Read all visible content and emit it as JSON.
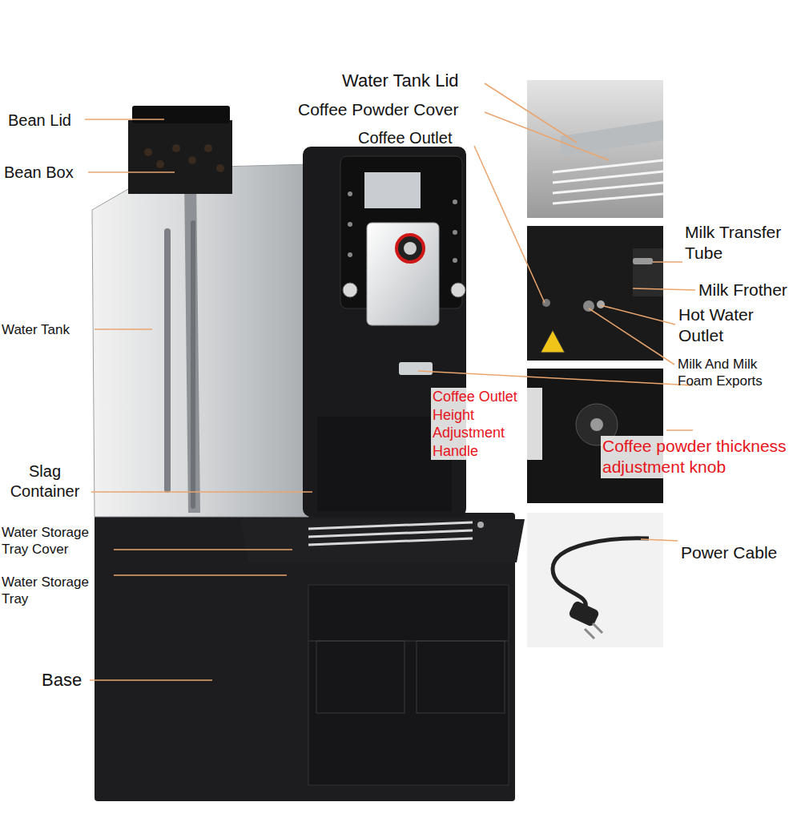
{
  "diagram": {
    "labels": [
      "Bean Lid",
      "Bean Box",
      "Water Tank",
      "Slag Container",
      "Water Storage Tray Cover",
      "Water Storage Tray",
      "Base",
      "Water Tank Lid",
      "Coffee Powder Cover",
      "Coffee Outlet",
      "Milk Transfer Tube",
      "Milk Frother",
      "Hot Water Outlet",
      "Milk And Milk Foam Exports",
      "Coffee Outlet Height Adjustment Handle",
      "Coffee powder thickness adjustment knob",
      "Power Cable"
    ]
  }
}
